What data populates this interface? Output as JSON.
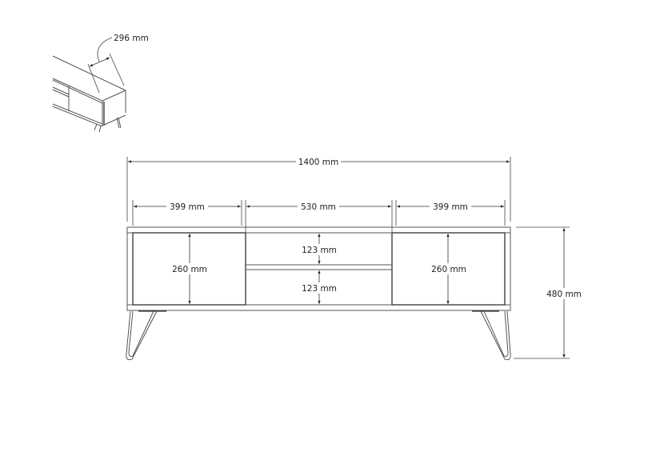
{
  "drawing": {
    "type": "tv-stand-dimension-drawing",
    "unit": "mm",
    "line_color": "#333333",
    "background": "#ffffff"
  },
  "iso_view": {
    "depth_label": "296 mm"
  },
  "front_view": {
    "overall_width_label": "1400 mm",
    "left_door_width_label": "399 mm",
    "middle_width_label": "530 mm",
    "right_door_width_label": "399 mm",
    "left_door_height_label": "260 mm",
    "upper_shelf_height_label": "123 mm",
    "lower_shelf_height_label": "123 mm",
    "right_door_height_label": "260 mm",
    "overall_height_label": "480 mm"
  }
}
